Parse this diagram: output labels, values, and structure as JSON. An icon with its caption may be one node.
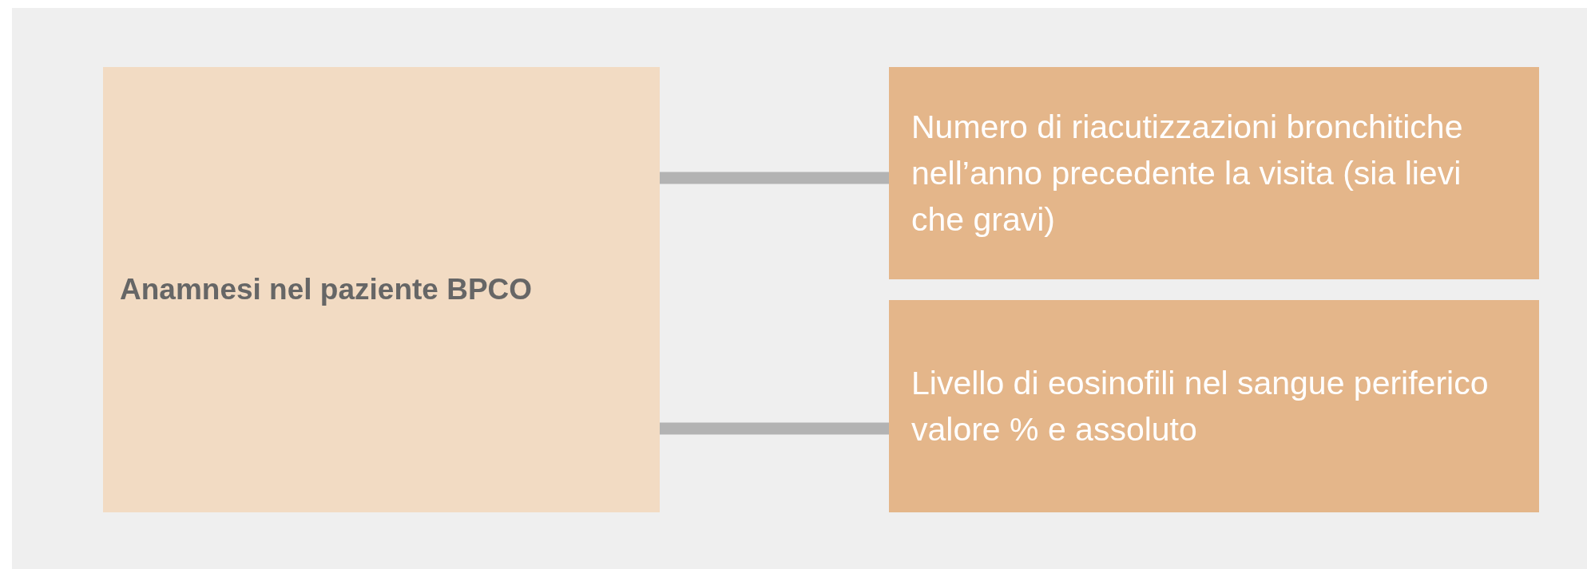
{
  "diagram": {
    "nodes": [
      {
        "text": [
          "Anamnesi nel paziente BPCO"
        ]
      },
      {
        "text": [
          "Numero di riacutizzazioni bronchitiche nell’anno precedente la visita (sia lievi che gravi)"
        ]
      },
      {
        "text": [
          "Livello di eosinofili nel sangue periferico valore % e assoluto"
        ]
      }
    ],
    "edges": [
      {
        "from": 0,
        "to": 1,
        "arrow": "none"
      },
      {
        "from": 0,
        "to": 2,
        "arrow": "none"
      }
    ]
  }
}
